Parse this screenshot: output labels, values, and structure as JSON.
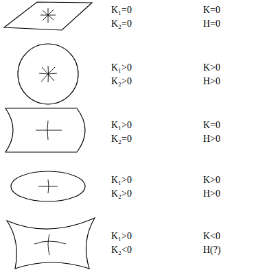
{
  "diagram": {
    "labels": [
      "K₁=0",
      "K=0",
      "K₂=0",
      "H=0",
      "K₁>0",
      "K>0",
      "K₂>0",
      "H>0",
      "K₁>0",
      "K=0",
      "K₂=0",
      "H>0",
      "K₁>0",
      "K>0",
      "K₂>0",
      "H>0",
      "K₁>0",
      "K<0",
      "K₂<0",
      "H(?)"
    ]
  }
}
